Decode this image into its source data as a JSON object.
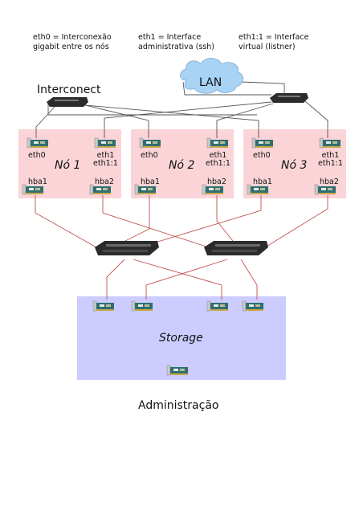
{
  "legend": {
    "eth0": "eth0 = Interconexão\ngigabit entre os nós",
    "eth1": "eth1 = Interface\nadministrativa (ssh)",
    "eth11": "eth1:1 = Interface\nvirtual (listner)"
  },
  "interconnect_label": "Interconect",
  "lan_label": "LAN",
  "nodes": [
    {
      "title": "Nó 1",
      "eth0": "eth0",
      "eth1": "eth1\neth1:1",
      "hba1": "hba1",
      "hba2": "hba2"
    },
    {
      "title": "Nó 2",
      "eth0": "eth0",
      "eth1": "eth1\neth1:1",
      "hba1": "hba1",
      "hba2": "hba2"
    },
    {
      "title": "Nó 3",
      "eth0": "eth0",
      "eth1": "eth1\neth1:1",
      "hba1": "hba1",
      "hba2": "hba2"
    }
  ],
  "storage_label": "Storage",
  "admin_label": "Administração",
  "colors": {
    "node_fill": "#fad4d7",
    "storage_fill": "#ccccff",
    "lan_cloud": "#a9d3f5",
    "wire_lan": "#555555",
    "wire_san": "#c0504d"
  }
}
